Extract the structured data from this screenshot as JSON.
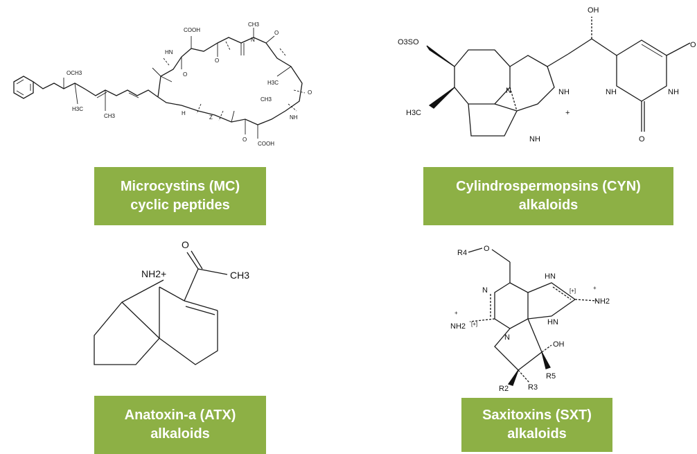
{
  "toxins": [
    {
      "id": "mc",
      "caption_line1": "Microcystins (MC)",
      "caption_line2": "cyclic peptides",
      "atoms": {
        "cooh_top": "COOH",
        "ch3_top": "CH3",
        "n_me": "N",
        "o1": "O",
        "o2": "O",
        "o3": "O",
        "hn": "HN",
        "och3": "OCH3",
        "h3c": "H3C",
        "ch3_mid": "CH3",
        "h3c_right": "H3C",
        "nh_bottom": "NH",
        "h": "H",
        "z": "Z",
        "ch3_low": "CH3",
        "o4": "O",
        "o5": "O",
        "cooh_bottom": "COOH"
      }
    },
    {
      "id": "cyn",
      "caption_line1": "Cylindrospermopsins (CYN)",
      "caption_line2": "alkaloids",
      "atoms": {
        "oso": "O3SO",
        "oh": "OH",
        "hc": "H3C",
        "n": "N",
        "nh1": "NH",
        "plus": "+",
        "nh2": "NH",
        "nh3": "NH",
        "nh4": "NH",
        "o_top": "O",
        "o_bottom": "O"
      }
    },
    {
      "id": "atx",
      "caption_line1": "Anatoxin-a (ATX)",
      "caption_line2": "alkaloids",
      "atoms": {
        "nh2": "NH2+",
        "o": "O",
        "ch3": "CH3"
      }
    },
    {
      "id": "sxt",
      "caption_line1": "Saxitoxins (SXT)",
      "caption_line2": "alkaloids",
      "atoms": {
        "r4": "R4",
        "o": "O",
        "n_left": "N",
        "hn_top": "HN",
        "plus_br": "[+]",
        "plus": "+",
        "nh2_right": "NH2",
        "nh2_left": "NH2",
        "plus_left": "+",
        "plus_br_left": "[+]",
        "n_center": "N",
        "hn_bottom": "HN",
        "oh": "OH",
        "r5": "R5",
        "r2": "R2",
        "r3": "R3"
      }
    }
  ]
}
